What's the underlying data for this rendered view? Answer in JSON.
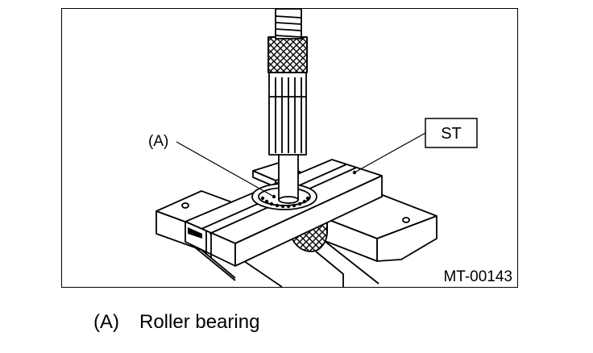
{
  "figure": {
    "callouts": {
      "a_label": "(A)",
      "st_label": "ST"
    },
    "figure_code": "MT-00143"
  },
  "legend": {
    "items": [
      {
        "code": "(A)",
        "text": "Roller bearing"
      }
    ]
  }
}
